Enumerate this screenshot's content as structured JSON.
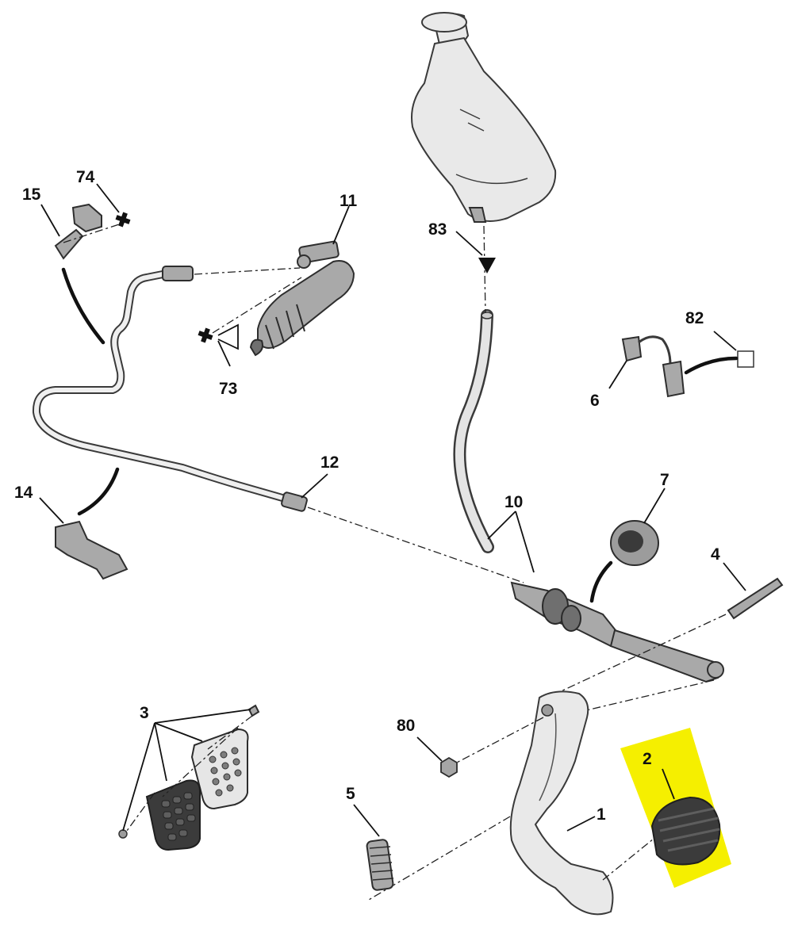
{
  "callouts": {
    "c1": "1",
    "c2": "2",
    "c3": "3",
    "c4": "4",
    "c5": "5",
    "c6": "6",
    "c7": "7",
    "c10": "10",
    "c11": "11",
    "c12": "12",
    "c14": "14",
    "c15": "15",
    "c73": "73",
    "c74": "74",
    "c80": "80",
    "c82": "82",
    "c83": "83"
  },
  "colors": {
    "highlight": "#f5ef00",
    "pad_dark": "#3b3b3b",
    "part_fill": "#e9e9e9",
    "line": "#222222"
  }
}
